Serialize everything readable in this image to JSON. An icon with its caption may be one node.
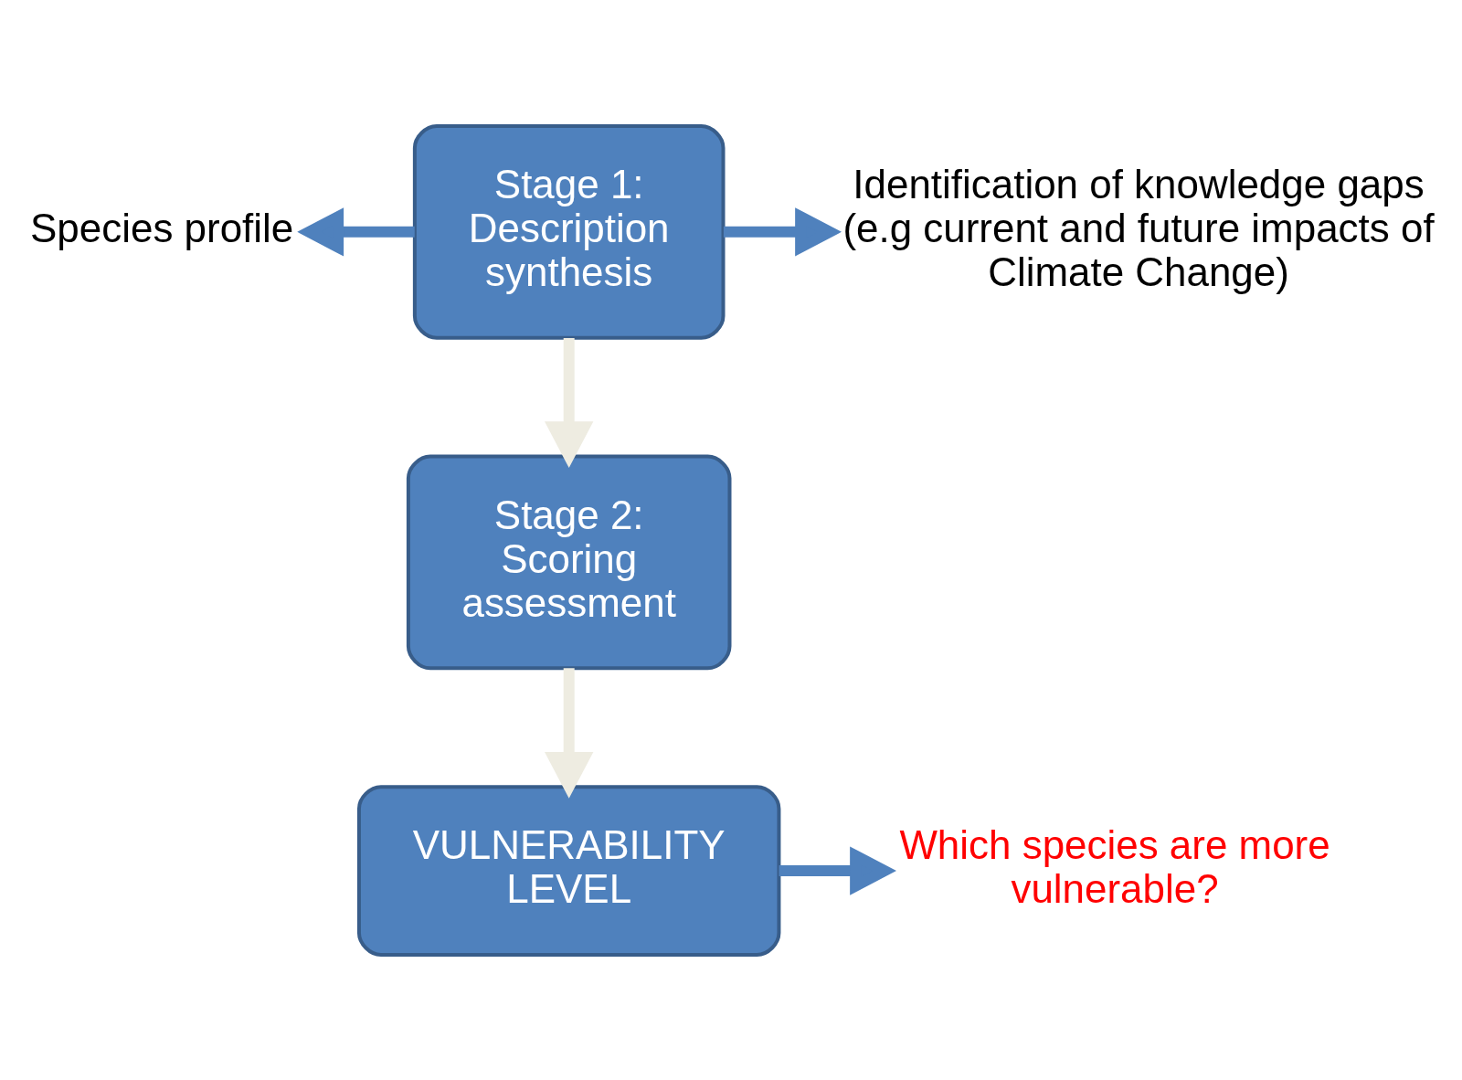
{
  "diagram": {
    "nodes": [
      {
        "text": [
          "Stage 1: Description synthesis"
        ]
      },
      {
        "text": [
          "Stage 2: Scoring assessment"
        ]
      },
      {
        "text": [
          "VULNERABILITY LEVEL"
        ]
      },
      {
        "text": [
          "Species profile"
        ]
      },
      {
        "text": [
          "Identification of knowledge gaps (e.g current and future impacts of Climate Change)"
        ]
      },
      {
        "text": [
          "Which species are more vulnerable?"
        ]
      }
    ],
    "edges": [
      {
        "from": 0,
        "to": 1,
        "arrow": "to",
        "color": "#eeece1"
      },
      {
        "from": 0,
        "to": 3,
        "arrow": "to"
      },
      {
        "from": 0,
        "to": 4,
        "arrow": "to"
      },
      {
        "from": 1,
        "to": 2,
        "arrow": "to",
        "color": "#eeece1"
      },
      {
        "from": 2,
        "to": 5,
        "arrow": "to"
      }
    ]
  }
}
